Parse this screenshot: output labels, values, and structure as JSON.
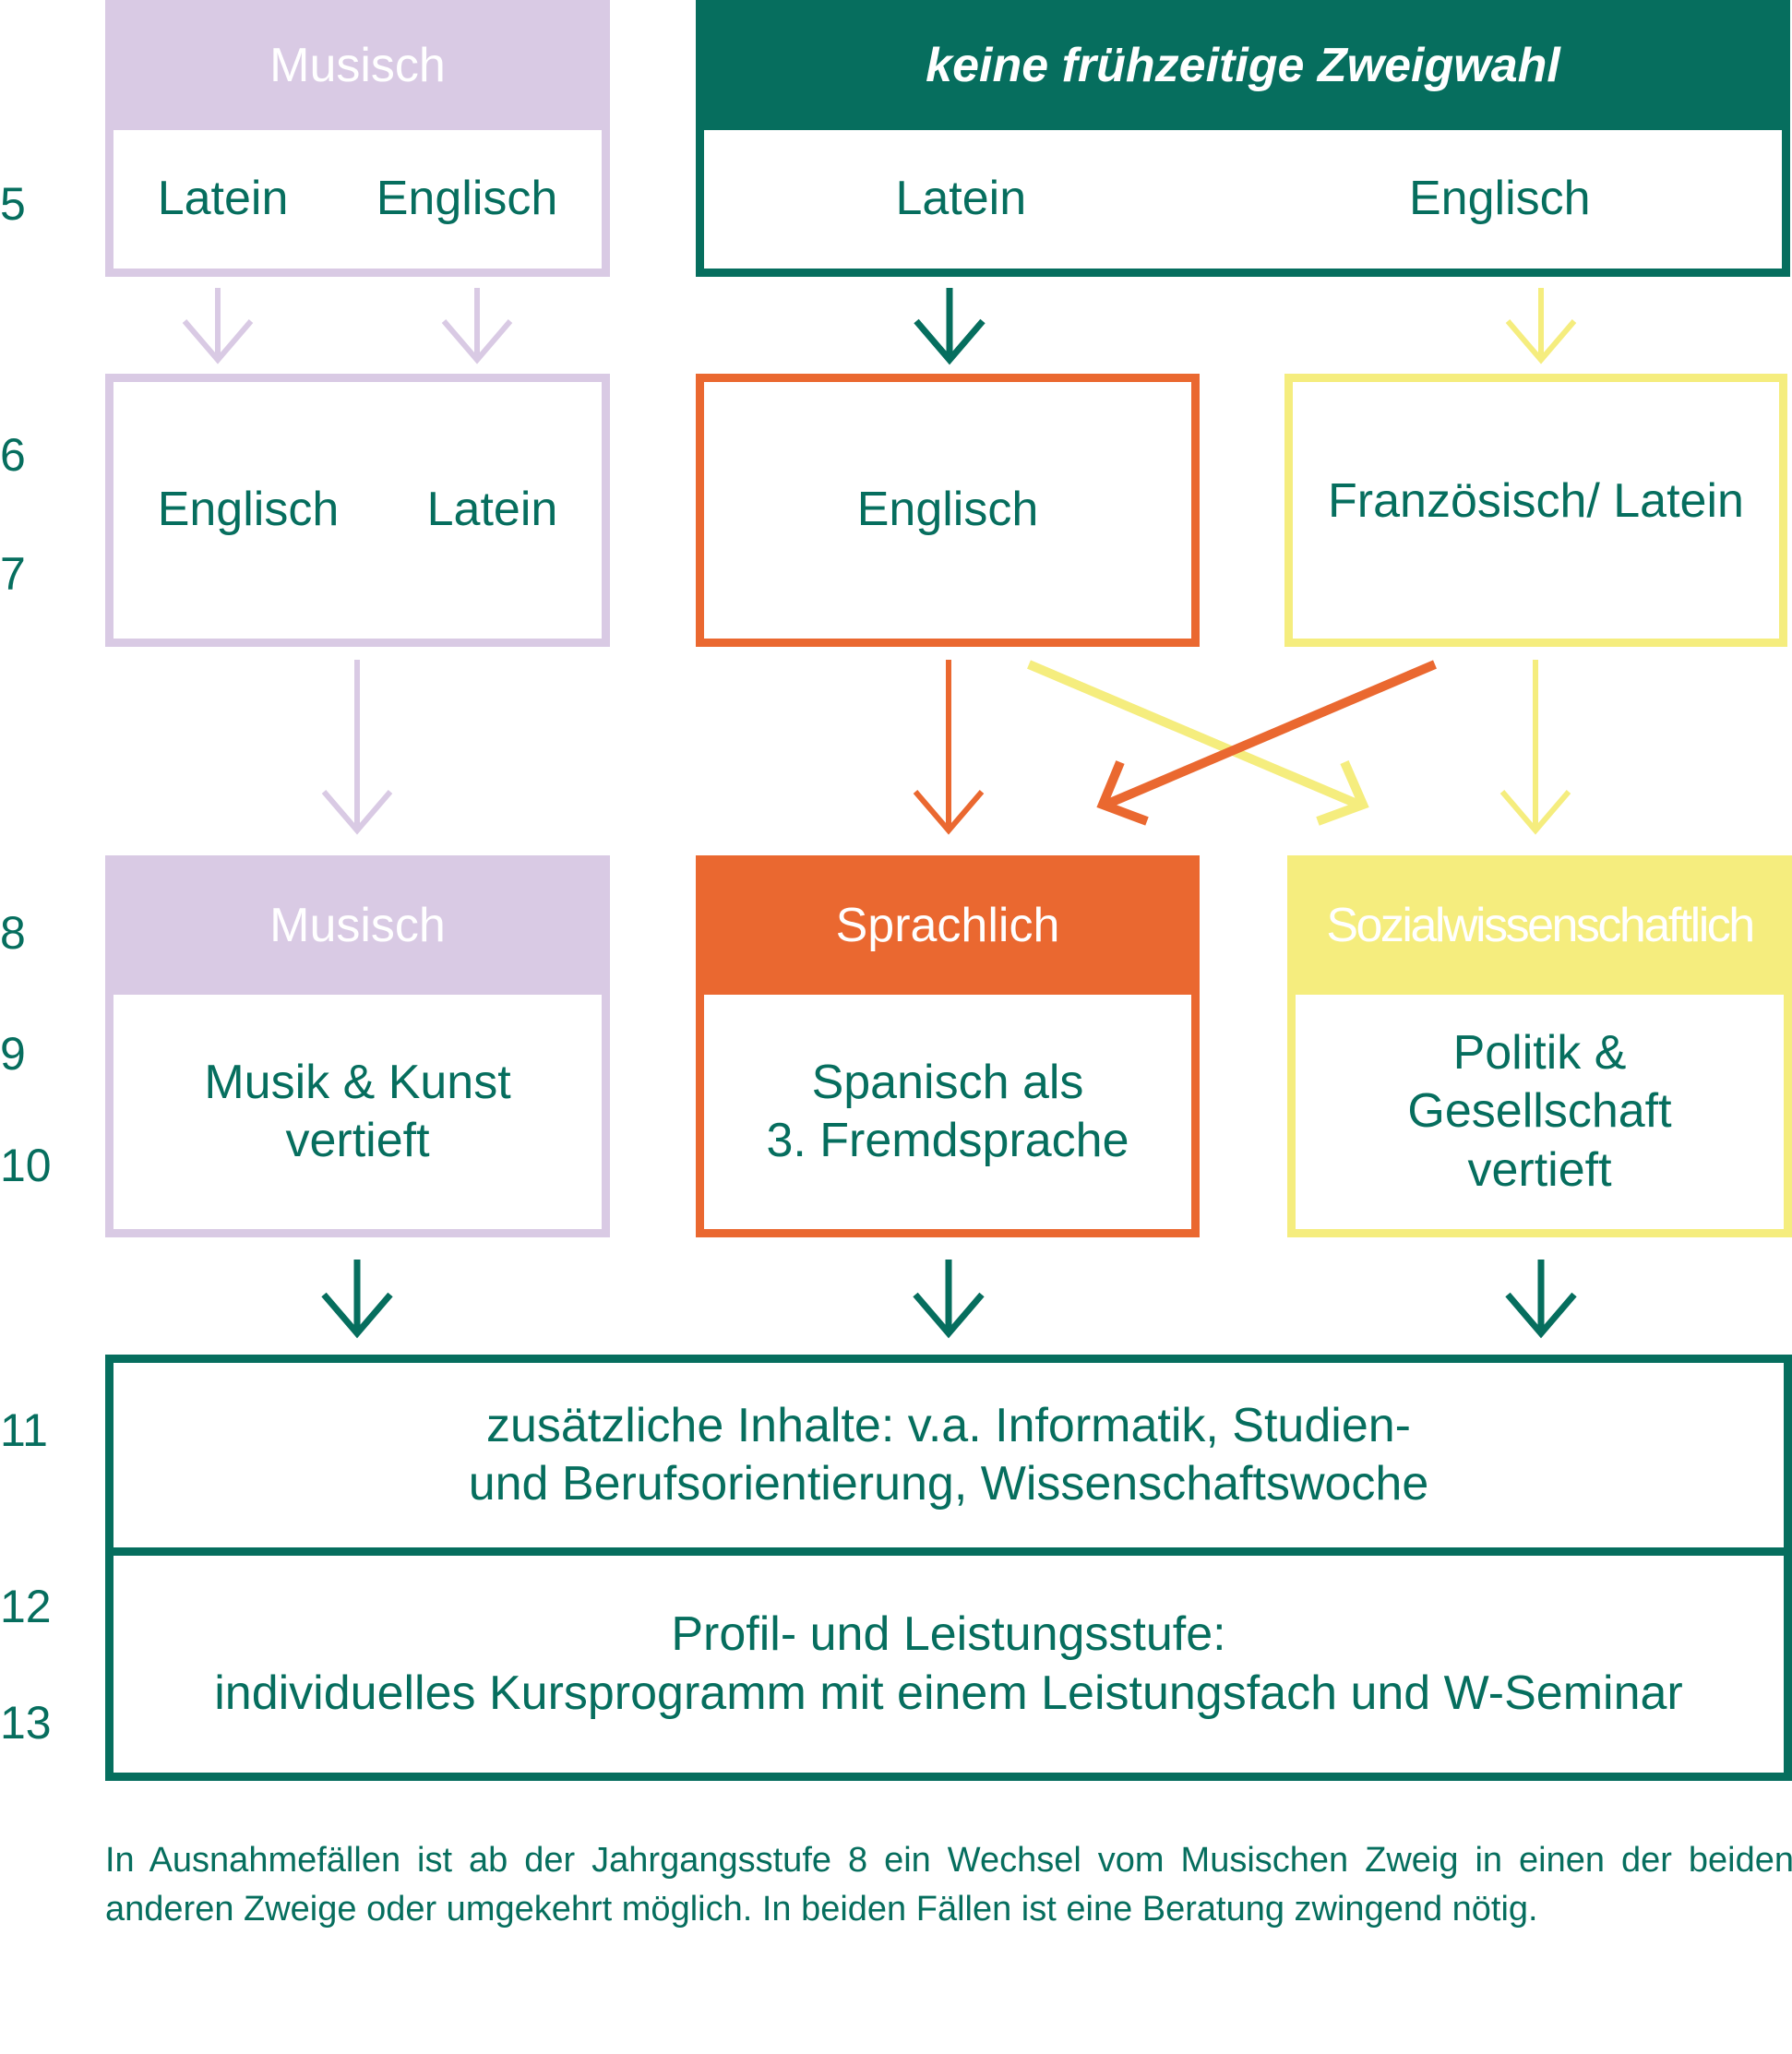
{
  "colors": {
    "green": "#066e5e",
    "lilac": "#d9cae4",
    "orange": "#ea6830",
    "yellow": "#f5ed7e",
    "white": "#ffffff"
  },
  "years": [
    "5",
    "6",
    "7",
    "8",
    "9",
    "10",
    "11",
    "12",
    "13"
  ],
  "row1": {
    "musisch": {
      "header": "Musisch",
      "left": "Latein",
      "right": "Englisch"
    },
    "no_early_choice": {
      "header": "keine frühzeitige Zweigwahl",
      "left": "Latein",
      "right": "Englisch"
    }
  },
  "row2": {
    "musisch": {
      "left": "Englisch",
      "right": "Latein"
    },
    "english": {
      "text": "Englisch"
    },
    "french_latin": {
      "text": "Französisch/ Latein"
    }
  },
  "row3": {
    "musisch": {
      "header": "Musisch",
      "body": [
        "Musik & Kunst",
        "vertieft"
      ]
    },
    "sprachlich": {
      "header": "Sprachlich",
      "body": [
        "Spanisch als",
        "3. Fremdsprache"
      ]
    },
    "sozial": {
      "header": "Sozialwissenschaftlich",
      "body": [
        "Politik &",
        "Gesellschaft",
        "vertieft"
      ]
    }
  },
  "bottom": {
    "grade11": [
      "zusätzliche Inhalte: v.a. Informatik, Studien-",
      "und Berufsorientierung, Wissenschaftswoche"
    ],
    "grade12_13": [
      "Profil- und Leistungsstufe:",
      "individuelles Kursprogramm mit einem Leistungsfach und W-Seminar"
    ]
  },
  "footnote": "In Ausnahmefällen ist ab der Jahrgangsstufe 8 ein Wechsel vom Musischen Zweig in einen der beiden anderen Zweige oder umgekehrt möglich. In beiden Fällen ist eine Beratung zwingend nötig."
}
